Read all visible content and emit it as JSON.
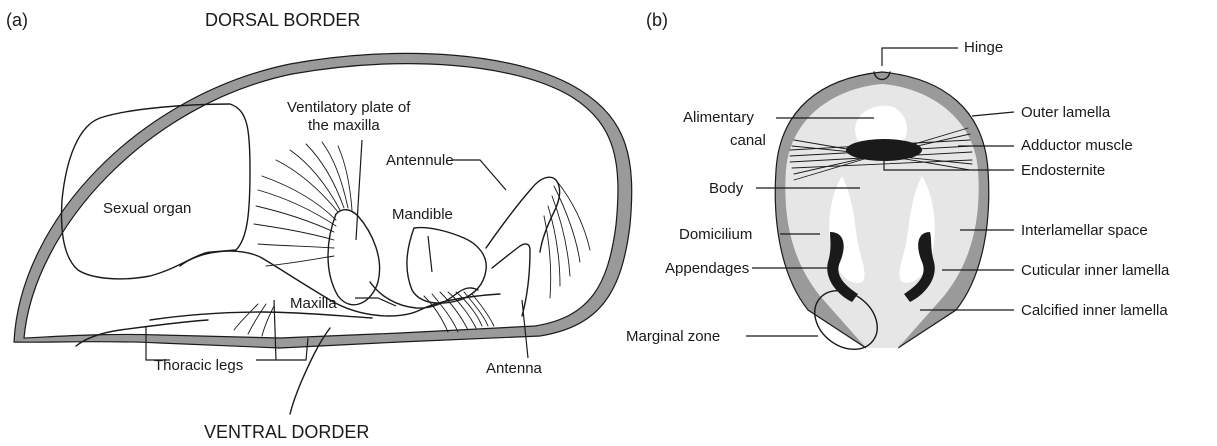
{
  "panel_a": {
    "tag": "(a)",
    "top_heading": "DORSAL BORDER",
    "bottom_heading": "VENTRAL DORDER",
    "labels": {
      "ventilatory_plate_line1": "Ventilatory plate of",
      "ventilatory_plate_line2": "the maxilla",
      "antennule": "Antennule",
      "sexual_organ": "Sexual organ",
      "mandible": "Mandible",
      "maxilla": "Maxilla",
      "thoracic_legs": "Thoracic legs",
      "antenna": "Antenna"
    }
  },
  "panel_b": {
    "tag": "(b)",
    "labels": {
      "hinge": "Hinge",
      "alimentary_canal_line1": "Alimentary",
      "alimentary_canal_line2": "canal",
      "outer_lamella": "Outer lamella",
      "adductor_muscle": "Adductor muscle",
      "endosternite": "Endosternite",
      "body": "Body",
      "domicilium": "Domicilium",
      "interlamellar_space": "Interlamellar space",
      "appendages": "Appendages",
      "cuticular_inner_lamella": "Cuticular inner lamella",
      "calcified_inner_lamella": "Calcified inner lamella",
      "marginal_zone": "Marginal zone"
    }
  },
  "colors": {
    "ink": "#1a1a1a",
    "shell_grey": "#9a9a9a",
    "interlamellar_fill": "#e6e6e6",
    "background": "#ffffff"
  }
}
